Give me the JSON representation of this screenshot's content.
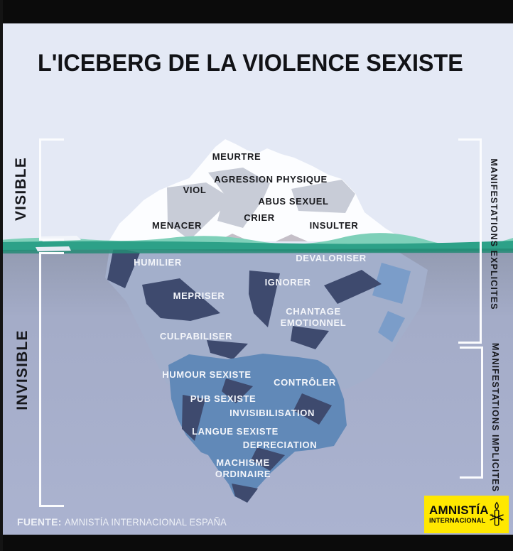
{
  "title": "L'ICEBERG DE LA VIOLENCE SEXISTE",
  "side_labels": {
    "visible": "VISIBLE",
    "invisible": "INVISIBLE",
    "explicit": "MANIFESTATIONS EXPLICITES",
    "implicit": "MANIFESTATIONS IMPLICITES"
  },
  "iceberg": {
    "above_water": [
      "MEURTRE",
      "AGRESSION PHYSIQUE",
      "VIOL",
      "ABUS SEXUEL",
      "CRIER",
      "MENACER",
      "INSULTER"
    ],
    "below_water": [
      "HUMILIER",
      "DEVALORISER",
      "IGNORER",
      "MEPRISER",
      "CHANTAGE\nEMOTIONNEL",
      "CULPABILISER",
      "HUMOUR SEXISTE",
      "CONTRÔLER",
      "PUB SEXISTE",
      "INVISIBILISATION",
      "LANGUE SEXISTE",
      "DEPRECIATION",
      "MACHISME\nORDINAIRE"
    ]
  },
  "source": {
    "label": "FUENTE:",
    "text": "AMNISTÍA INTERNACIONAL ESPAÑA"
  },
  "logo": {
    "line1": "AMNISTÍA",
    "line2": "INTERNACIONAL"
  },
  "colors": {
    "sky": "#e4e9f5",
    "sea": "#a8b0cd",
    "waterline_teal": "#2da188",
    "iceberg_above": "#fcfdff",
    "iceberg_facet_gray": "#c8ccd7",
    "iceberg_below_upper": "#a3afcb",
    "iceberg_below_lower": "#6189b8",
    "facet_dark_navy": "#3e4a6e",
    "facet_sky_blue": "#7b9dc9",
    "amnesty_yellow": "#ffe800"
  }
}
